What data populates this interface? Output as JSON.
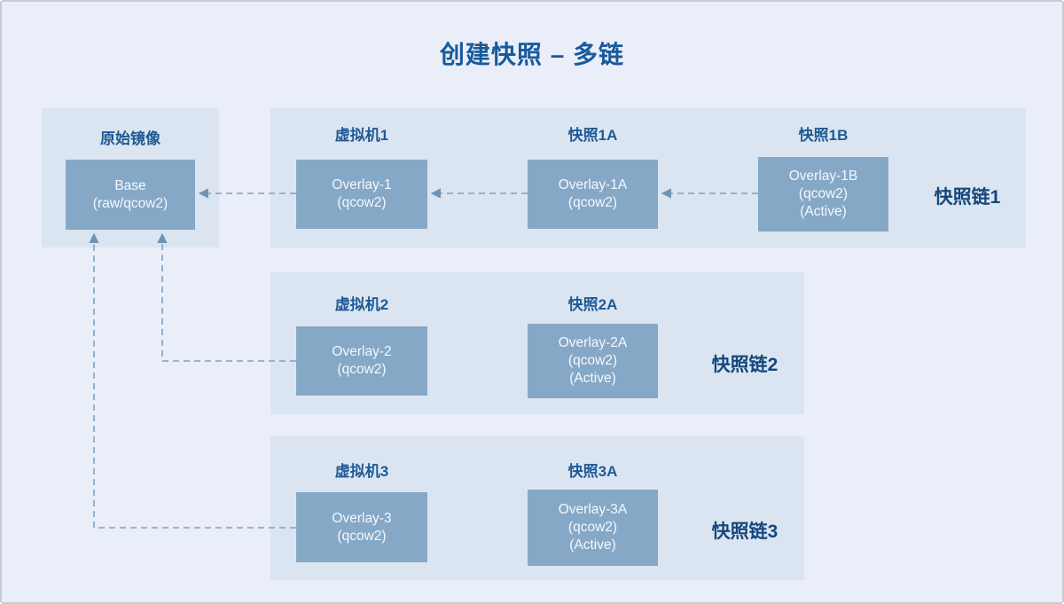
{
  "title": "创建快照 – 多链",
  "base_group": {
    "label": "原始镜像",
    "box": {
      "line1": "Base",
      "line2": "(raw/qcow2)"
    }
  },
  "chains": [
    {
      "name": "快照链1",
      "columns": [
        {
          "label": "虚拟机1",
          "line1": "Overlay-1",
          "line2": "(qcow2)"
        },
        {
          "label": "快照1A",
          "line1": "Overlay-1A",
          "line2": "(qcow2)"
        },
        {
          "label": "快照1B",
          "line1": "Overlay-1B",
          "line2": "(qcow2)",
          "line3": "(Active)"
        }
      ]
    },
    {
      "name": "快照链2",
      "columns": [
        {
          "label": "虚拟机2",
          "line1": "Overlay-2",
          "line2": "(qcow2)"
        },
        {
          "label": "快照2A",
          "line1": "Overlay-2A",
          "line2": "(qcow2)",
          "line3": "(Active)"
        }
      ]
    },
    {
      "name": "快照链3",
      "columns": [
        {
          "label": "虚拟机3",
          "line1": "Overlay-3",
          "line2": "(qcow2)"
        },
        {
          "label": "快照3A",
          "line1": "Overlay-3A",
          "line2": "(qcow2)",
          "line3": "(Active)"
        }
      ]
    }
  ],
  "colors": {
    "page_bg": "#e9eef9",
    "panel_bg": "#dbe5f1",
    "box_bg": "#85a8c7",
    "box_text": "#f5f8fc",
    "column_label_text": "#1e5a94",
    "chain_label_text": "#15477d",
    "title_text": "#185a9b",
    "connector_line": "#7ca2c4",
    "arrowhead": "#6d94b6",
    "page_border": "#c6cad3"
  }
}
